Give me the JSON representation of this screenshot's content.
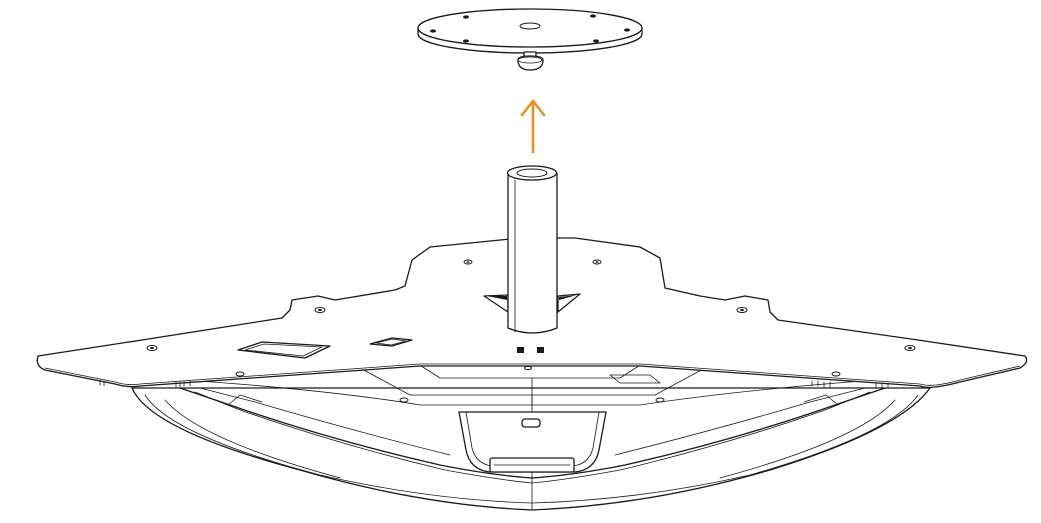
{
  "diagram": {
    "colors": {
      "line": "#1a1a1a",
      "background": "#ffffff",
      "arrow": "#e8901e"
    },
    "parts": {
      "plate": "round-mounting-plate",
      "arrow": "up-arrow",
      "pole": "vertical-pole",
      "stand": "monitor-stand-base"
    }
  }
}
